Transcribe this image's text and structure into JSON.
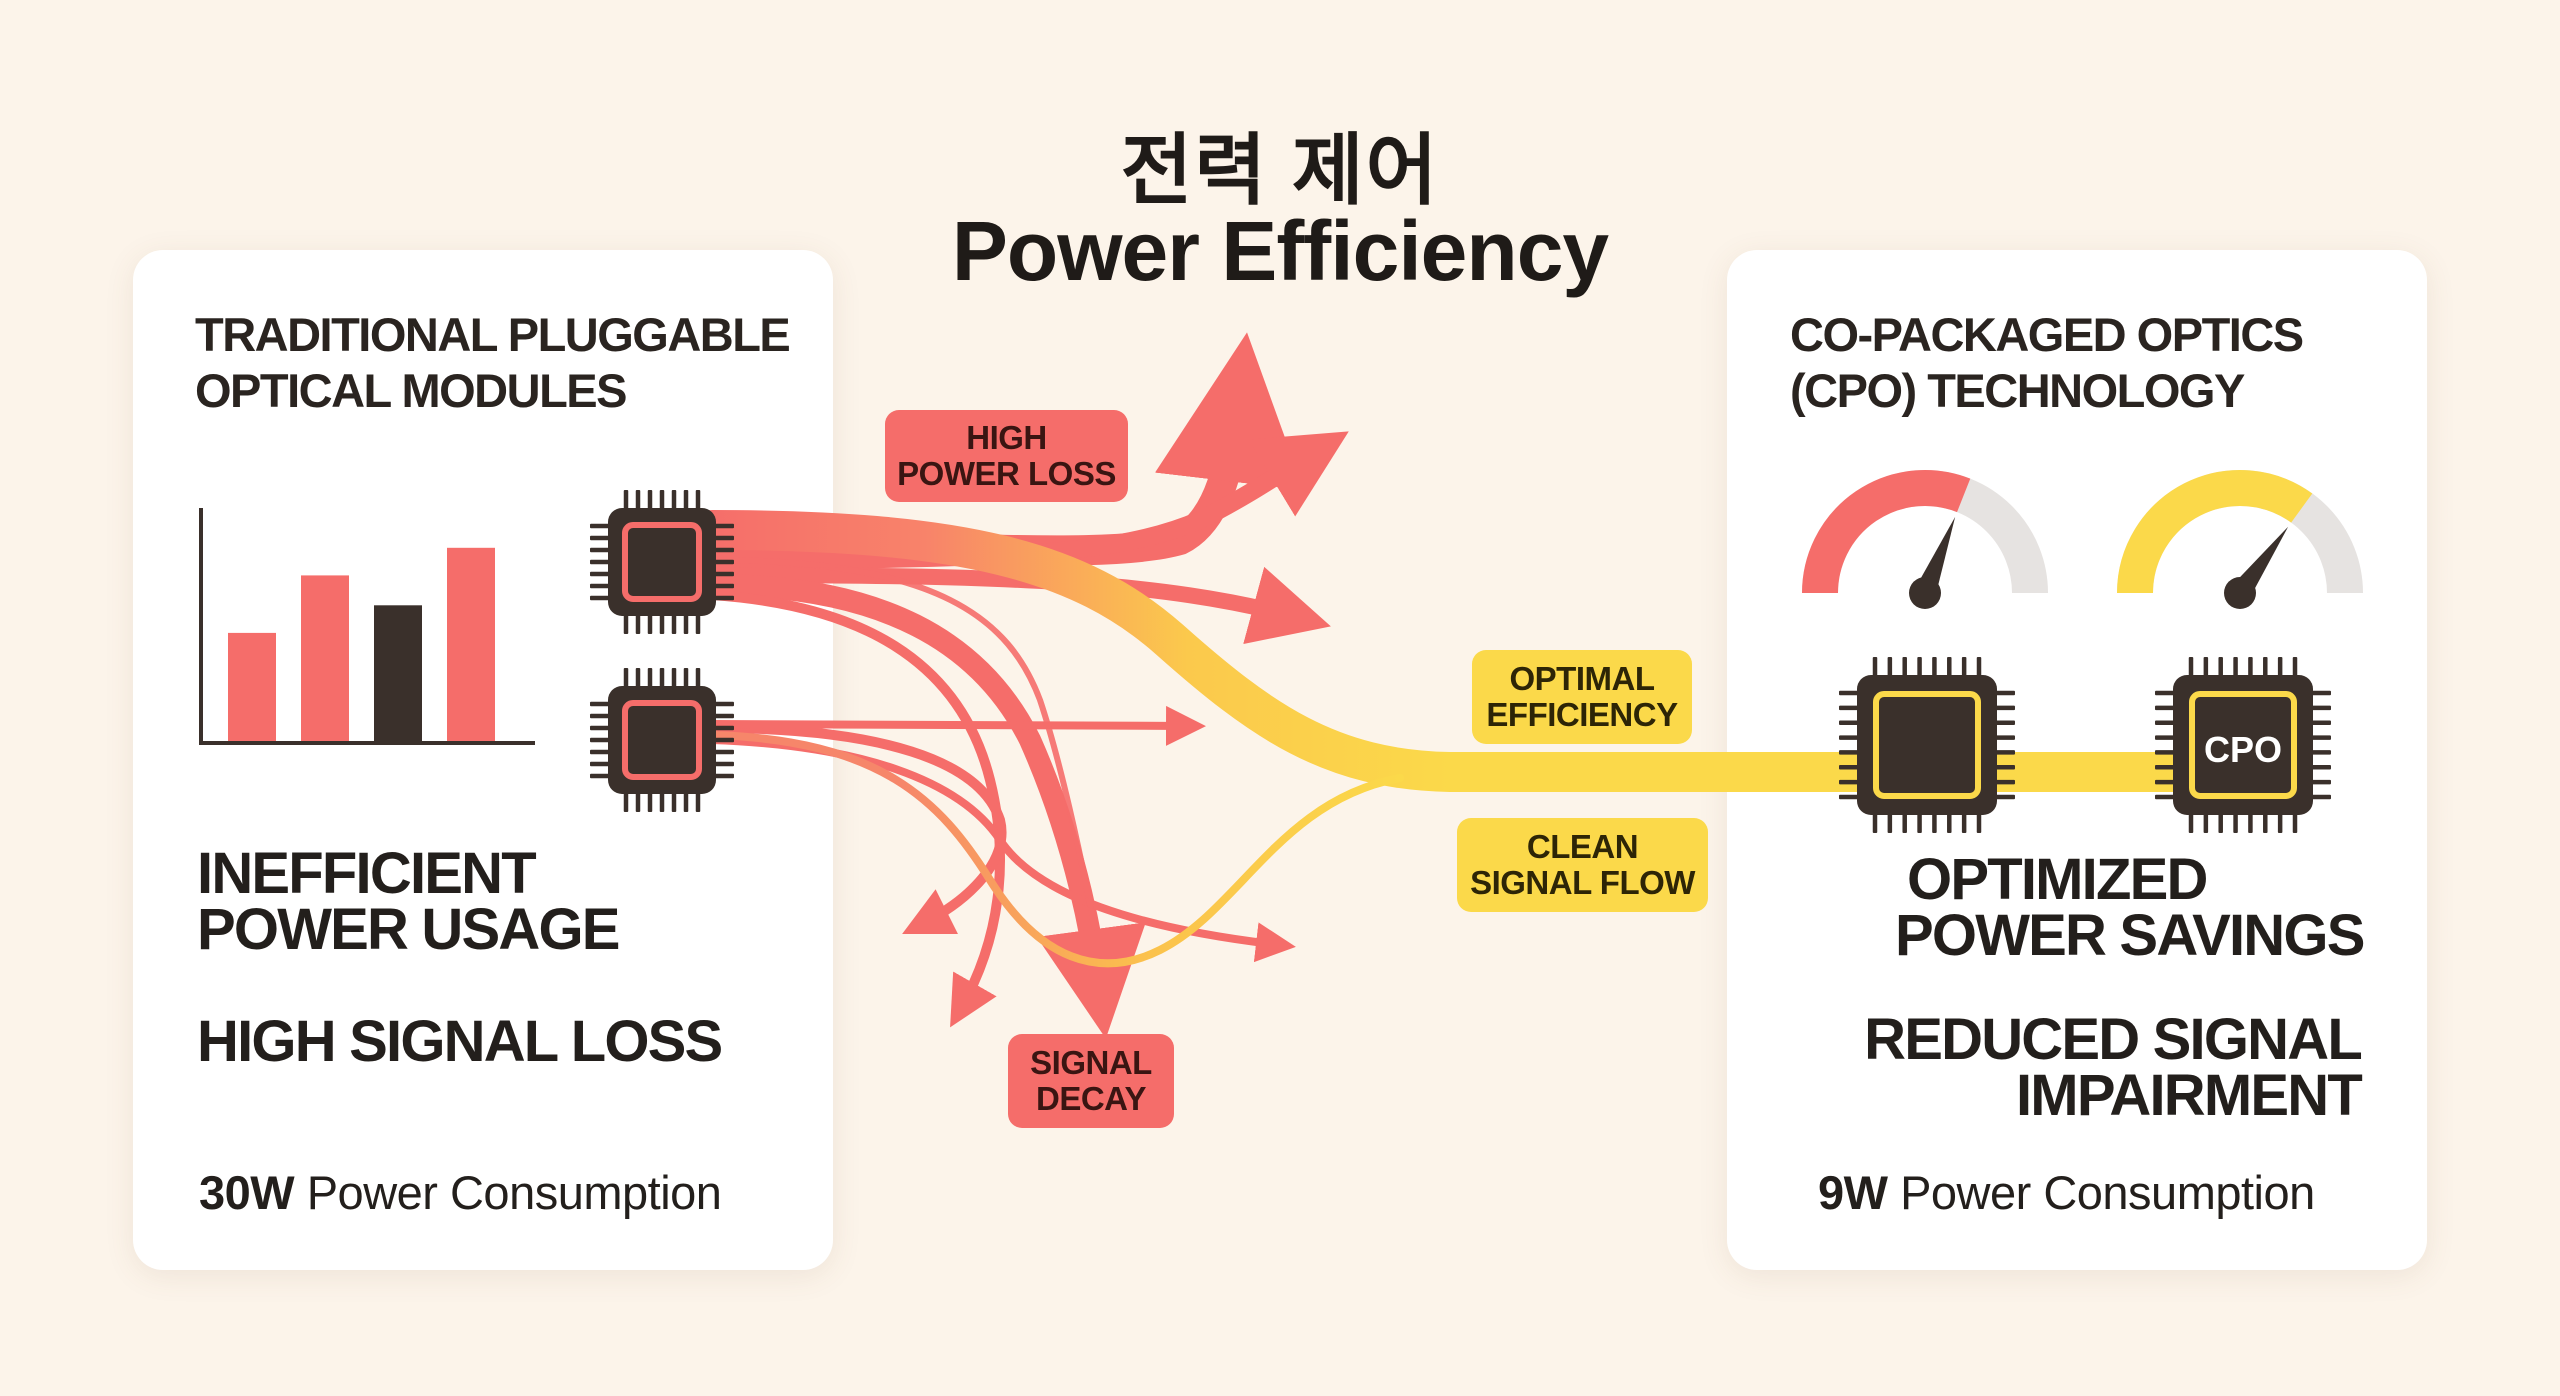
{
  "title": {
    "korean": "전력 제어",
    "english": "Power Efficiency"
  },
  "left_panel": {
    "heading_line1": "TRADITIONAL PLUGGABLE",
    "heading_line2": "OPTICAL MODULES",
    "status_line1": "INEFFICIENT",
    "status_line2": "POWER USAGE",
    "loss_text": "HIGH SIGNAL LOSS",
    "power_value": "30W",
    "power_label": "Power Consumption",
    "bars": [
      {
        "value": 0.47,
        "color": "#f56d6a"
      },
      {
        "value": 0.72,
        "color": "#f56d6a"
      },
      {
        "value": 0.59,
        "color": "#3a302b"
      },
      {
        "value": 0.84,
        "color": "#f56d6a"
      }
    ]
  },
  "right_panel": {
    "heading_line1": "CO-PACKAGED OPTICS",
    "heading_line2": "(CPO) TECHNOLOGY",
    "status_line1": "OPTIMIZED",
    "status_line2": "POWER SAVINGS",
    "impair_line1": "REDUCED SIGNAL",
    "impair_line2": "IMPAIRMENT",
    "power_value": "9W",
    "power_label": "Power Consumption",
    "cpo_chip_label": "CPO",
    "gauges": [
      {
        "name": "red-gauge",
        "level": 0.62,
        "color": "#f56d6a"
      },
      {
        "name": "yellow-gauge",
        "level": 0.7,
        "color": "#fbd94a"
      }
    ]
  },
  "flow_tags": {
    "high_power_loss_line1": "HIGH",
    "high_power_loss_line2": "POWER LOSS",
    "signal_decay_line1": "SIGNAL",
    "signal_decay_line2": "DECAY",
    "optimal_line1": "OPTIMAL",
    "optimal_line2": "EFFICIENCY",
    "clean_line1": "CLEAN",
    "clean_line2": "SIGNAL FLOW"
  },
  "colors": {
    "red": "#f56d6a",
    "yellow": "#fbd94a",
    "dark": "#3a302b",
    "background": "#fcf4ea"
  }
}
